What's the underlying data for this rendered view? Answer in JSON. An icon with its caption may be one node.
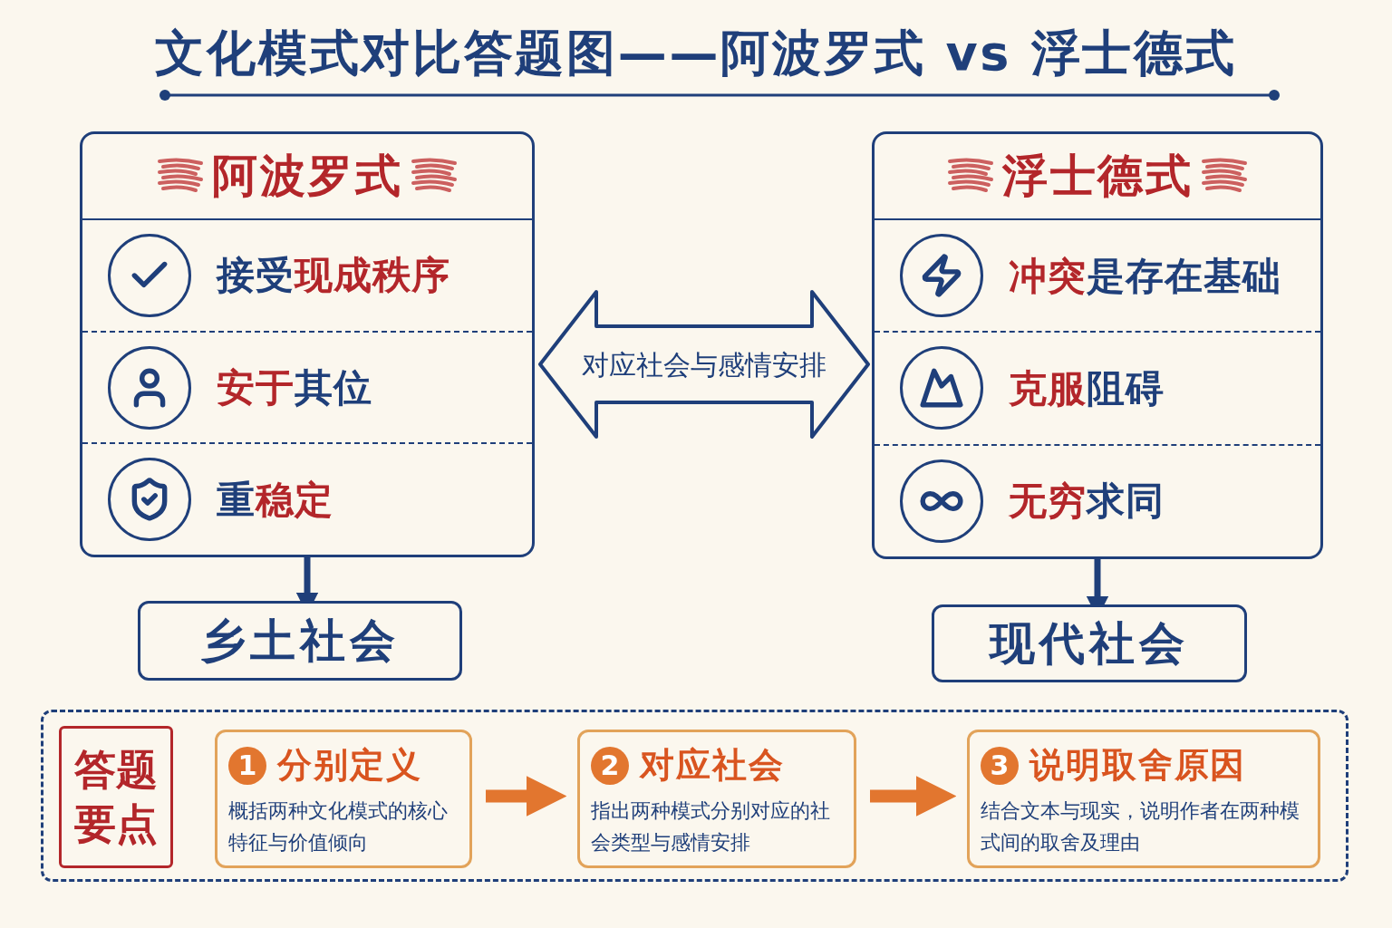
{
  "diagram": {
    "title": "文化模式对比答题图——阿波罗式 vs 浮士德式",
    "nodes": [
      {
        "text": [
          "阿波罗式",
          "接受**现成秩序**",
          "**安于**其位",
          "重**稳定**"
        ]
      },
      {
        "text": [
          "乡土社会"
        ]
      },
      {
        "text": [
          "浮士德式",
          "**冲突**是存在基础",
          "**克服**阻碍",
          "**无穷**求同"
        ]
      },
      {
        "text": [
          "现代社会"
        ]
      },
      {
        "text": [],
        "shape": "box"
      },
      {
        "text": [
          "答题要点"
        ],
        "in": 4
      },
      {
        "text": [
          "1",
          "分别定义",
          "概括两种文化模式的核心特征与价值倾向"
        ],
        "in": 4
      },
      {
        "text": [
          "2",
          "对应社会",
          "指出两种模式分别对应的社会类型与感情安排"
        ],
        "in": 4
      },
      {
        "text": [
          "3",
          "说明取舍原因",
          "结合文本与现实，说明作者在两种模式间的取舍及理由"
        ],
        "in": 4
      }
    ],
    "edges": [
      {
        "from": 0,
        "to": 1,
        "arrow": "to"
      },
      {
        "from": 2,
        "to": 3,
        "arrow": "to"
      },
      {
        "from": 0,
        "to": 2,
        "arrow": "both",
        "label": "对应社会与感情安排"
      },
      {
        "from": 6,
        "to": 7,
        "arrow": "to",
        "style": "thick",
        "color": "#e2762f"
      },
      {
        "from": 7,
        "to": 8,
        "arrow": "to",
        "style": "thick",
        "color": "#e2762f"
      }
    ]
  }
}
